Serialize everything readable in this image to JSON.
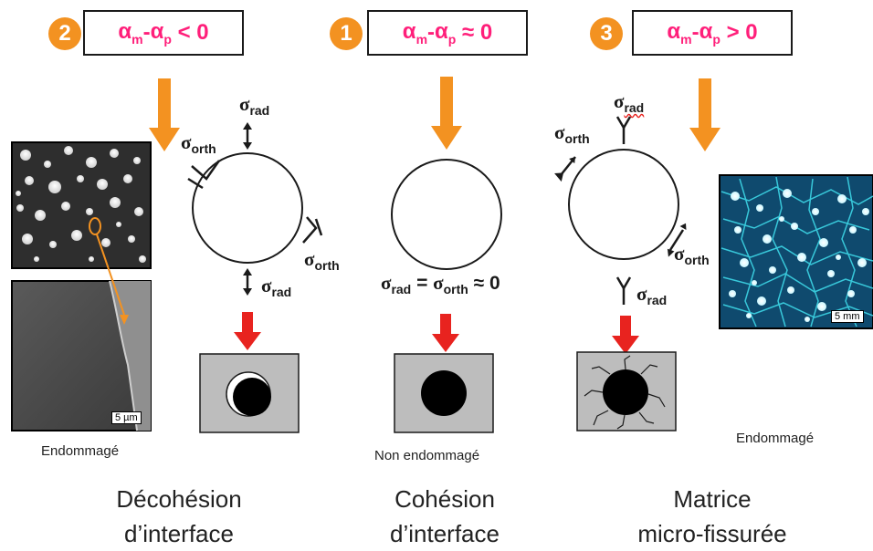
{
  "panels": [
    {
      "badge": "2",
      "formula": {
        "a1": "α",
        "s1": "m",
        "mid": "-",
        "a2": "α",
        "s2": "p",
        "rel": " < 0"
      },
      "state": "Endommagé",
      "caption": [
        "Décohésion",
        "d’interface"
      ]
    },
    {
      "badge": "1",
      "formula": {
        "a1": "α",
        "s1": "m",
        "mid": "-",
        "a2": "α",
        "s2": "p",
        "rel": " ≈ 0"
      },
      "state": "Non endommagé",
      "caption": [
        "Cohésion",
        "d’interface"
      ]
    },
    {
      "badge": "3",
      "formula": {
        "a1": "α",
        "s1": "m",
        "mid": "-",
        "a2": "α",
        "s2": "p",
        "rel": " > 0"
      },
      "state": "Endommagé",
      "caption": [
        "Matrice",
        "micro-fissurée"
      ]
    }
  ],
  "stress": {
    "sym": "σ",
    "rad": "rad",
    "orth": "orth"
  },
  "equality": {
    "sym": "σ",
    "rad": "rad",
    "eq": " = ",
    "orth": "orth",
    "rel": " ≈ 0"
  },
  "micrographs": {
    "sem_scale": "5 µm",
    "optical_scale": "5 mm"
  },
  "colors": {
    "accent": "#f39221",
    "formula": "#ff1f7a",
    "down_arrow": "#e8231f",
    "grey": "#bdbdbd"
  }
}
